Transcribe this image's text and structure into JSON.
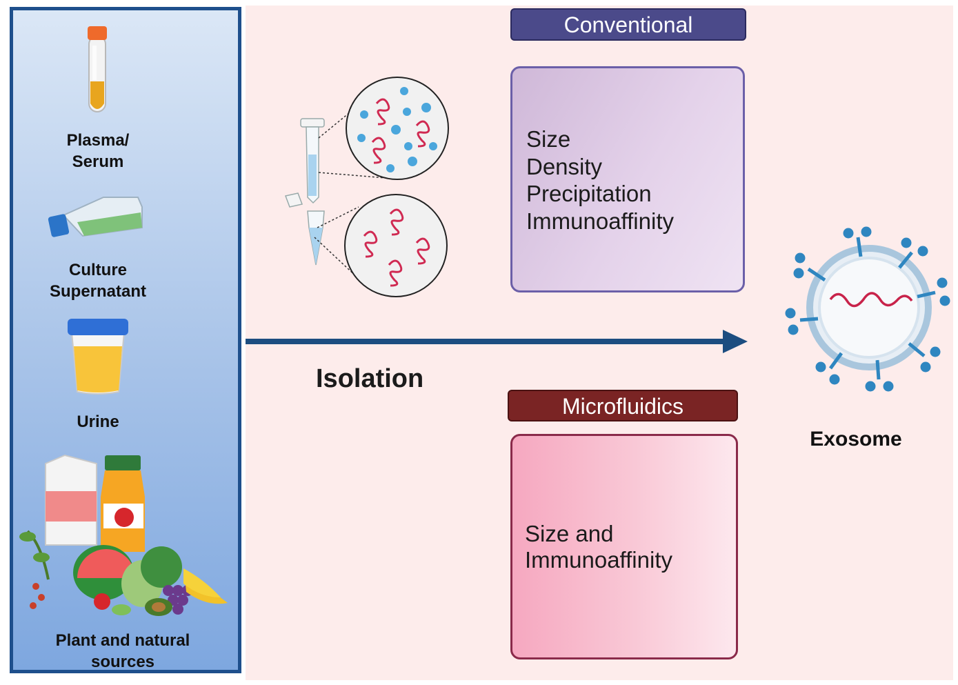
{
  "sources": {
    "plasma": "Plasma/\nSerum",
    "culture": "Culture\nSupernatant",
    "urine": "Urine",
    "plant": "Plant and natural\nsources"
  },
  "arrow_label": "Isolation",
  "conventional": {
    "header": "Conventional",
    "methods": [
      "Size",
      "Density",
      "Precipitation",
      "Immunoaffinity"
    ]
  },
  "microfluidics": {
    "header": "Microfluidics",
    "methods": [
      "Size and",
      "Immunoaffinity"
    ]
  },
  "result": "Exosome",
  "colors": {
    "arrow": "#1c4d80",
    "source_border": "#1e4f8c",
    "conventional_header": "#4b4a8a",
    "microfluidics_header": "#7a2424",
    "exosome_protein": "#2f86c0",
    "rna": "#c8234a"
  }
}
